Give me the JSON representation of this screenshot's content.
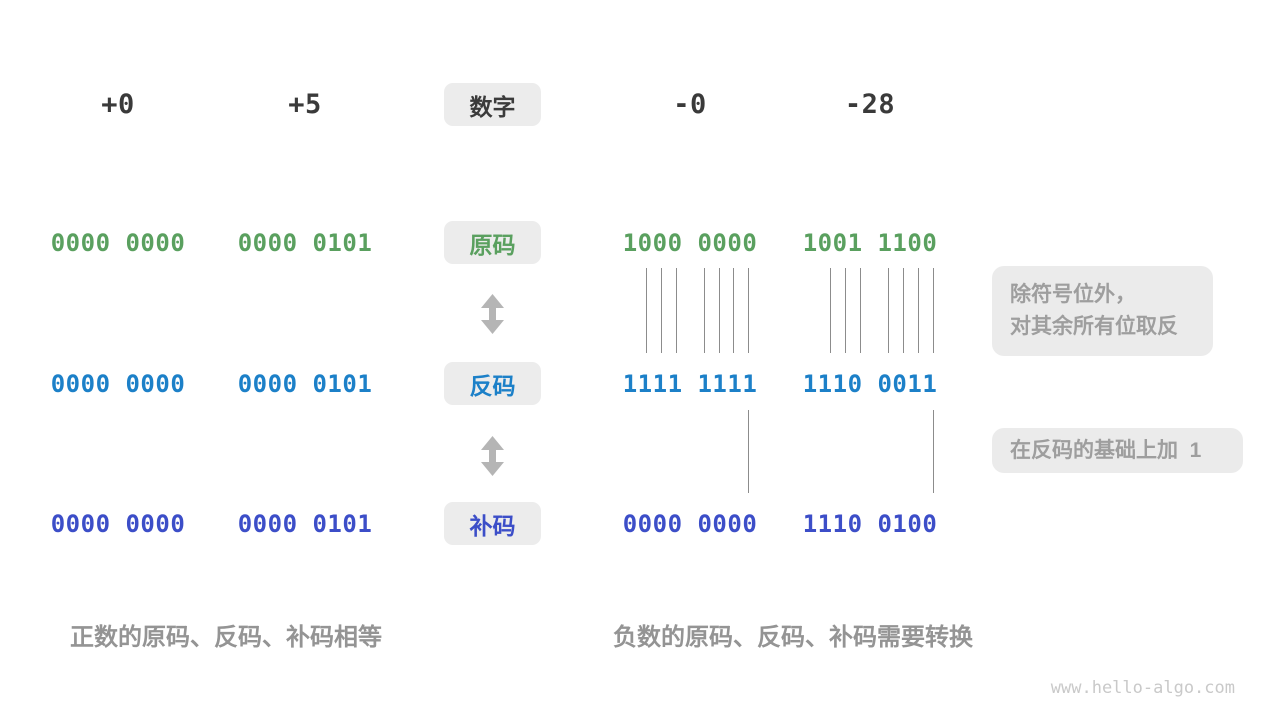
{
  "colors": {
    "sign_magnitude_green": "#5aa05f",
    "ones_complement_blue": "#1c80c8",
    "twos_complement_indigo": "#3c4ec8",
    "heading_text": "#3a3a3a",
    "muted_gray": "#9e9e9e",
    "badge_background": "#ececec",
    "connector_line": "#8c8c8c",
    "arrow_gray": "#b5b5b5",
    "watermark_gray": "#c9c9c9"
  },
  "header": {
    "badge": "数字",
    "values": [
      "+0",
      "+5",
      "-0",
      "-28"
    ]
  },
  "rows": [
    {
      "id": "sign-magnitude",
      "badge": "原码",
      "values": [
        "0000 0000",
        "0000 0101",
        "1000 0000",
        "1001 1100"
      ]
    },
    {
      "id": "ones-complement",
      "badge": "反码",
      "values": [
        "0000 0000",
        "0000 0101",
        "1111 1111",
        "1110 0011"
      ]
    },
    {
      "id": "twos-complement",
      "badge": "补码",
      "values": [
        "0000 0000",
        "0000 0101",
        "0000 0000",
        "1110 0100"
      ]
    }
  ],
  "annotations": {
    "invert_note_line1": "除符号位外，",
    "invert_note_line2": "对其余所有位取反",
    "add_one_note": "在反码的基础上加  1"
  },
  "captions": {
    "positive": "正数的原码、反码、补码相等",
    "negative": "负数的原码、反码、补码需要转换"
  },
  "watermark": "www.hello-algo.com"
}
